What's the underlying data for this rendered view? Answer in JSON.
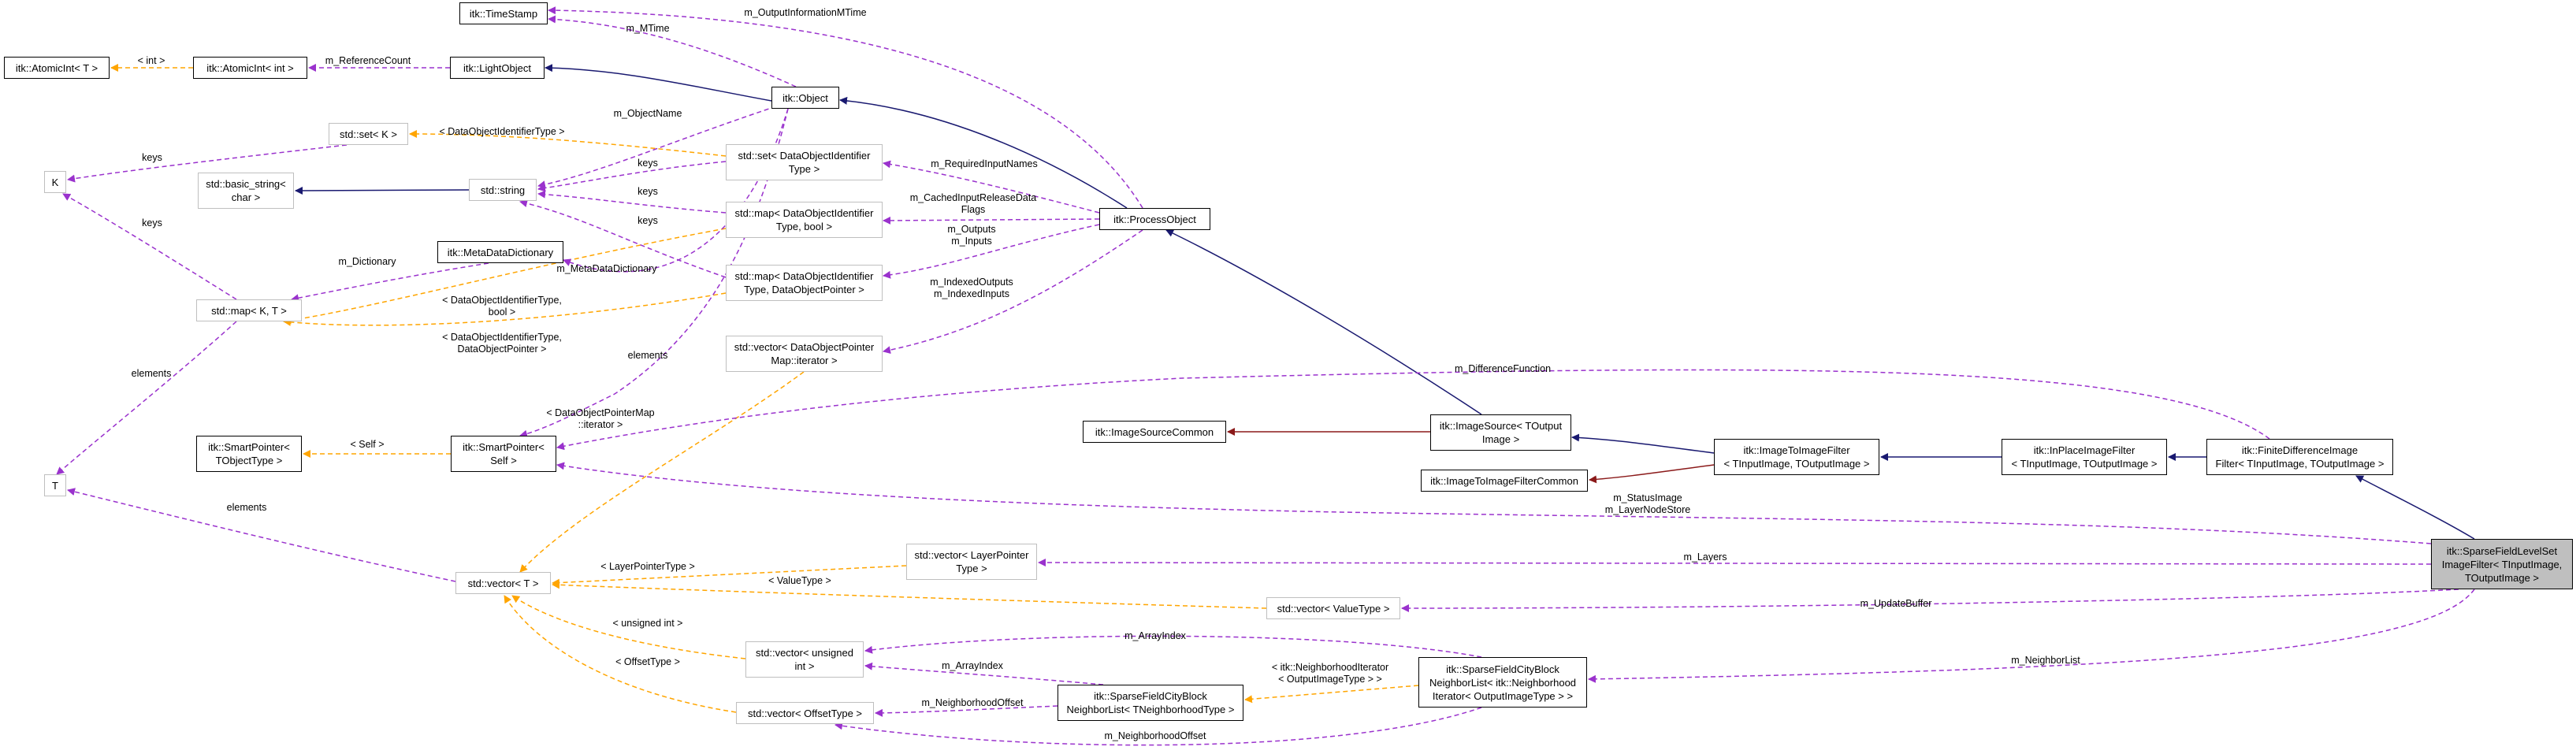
{
  "colors": {
    "inheritance": "#191970",
    "usage": "#9a32cd",
    "template": "#ffa500",
    "private_inheritance": "#8b1a1a"
  },
  "nodes": {
    "time_stamp": "itk::TimeStamp",
    "atomic_int_t": "itk::AtomicInt< T >",
    "atomic_int_int": "itk::AtomicInt< int >",
    "light_object": "itk::LightObject",
    "object": "itk::Object",
    "std_set_k": "std::set< K >",
    "k": "K",
    "std_basic_string": "std::basic_string<\nchar >",
    "std_string": "std::string",
    "std_set_doit": "std::set< DataObjectIdentifier\nType >",
    "std_map_doit_bool": "std::map< DataObjectIdentifier\nType, bool >",
    "process_object": "itk::ProcessObject",
    "meta_data_dictionary": "itk::MetaDataDictionary",
    "std_map_kt": "std::map< K, T >",
    "std_map_doit_dop": "std::map< DataObjectIdentifier\nType, DataObjectPointer >",
    "std_vector_dopm_iter": "std::vector< DataObjectPointer\nMap::iterator >",
    "smart_pointer_tobject": "itk::SmartPointer<\nTObjectType >",
    "smart_pointer_self": "itk::SmartPointer<\nSelf >",
    "image_source_common": "itk::ImageSourceCommon",
    "image_source": "itk::ImageSource< TOutput\nImage >",
    "image_to_image_filter_common": "itk::ImageToImageFilterCommon",
    "image_to_image_filter": "itk::ImageToImageFilter\n< TInputImage, TOutputImage >",
    "in_place_image_filter": "itk::InPlaceImageFilter\n< TInputImage, TOutputImage >",
    "finite_difference_image_filter": "itk::FiniteDifferenceImage\nFilter< TInputImage, TOutputImage >",
    "t": "T",
    "std_vector_t": "std::vector< T >",
    "std_vector_layer_pointer": "std::vector< LayerPointer\nType >",
    "std_vector_value_type": "std::vector< ValueType >",
    "std_vector_unsigned_int": "std::vector< unsigned\nint >",
    "std_vector_offset_type": "std::vector< OffsetType >",
    "sfcb_neighbor_list": "itk::SparseFieldCityBlock\nNeighborList< TNeighborhoodType >",
    "sfcb_neighbor_list_iter": "itk::SparseFieldCityBlock\nNeighborList< itk::Neighborhood\nIterator< OutputImageType > >",
    "sparse_field_level_set": "itk::SparseFieldLevelSet\nImageFilter< TInputImage,\nTOutputImage >"
  },
  "edge_labels": {
    "int": "< int >",
    "m_reference_count": "m_ReferenceCount",
    "m_mtime": "m_MTime",
    "m_output_information_mtime": "m_OutputInformationMTime",
    "m_object_name": "m_ObjectName",
    "doit": "< DataObjectIdentifierType >",
    "keys_set": "keys",
    "keys_map": "keys",
    "keys_string_1": "keys",
    "keys_string_2": "keys",
    "m_required_input_names": "m_RequiredInputNames",
    "m_cached_input_release_data_flags": "m_CachedInputReleaseData\nFlags",
    "m_outputs_inputs": "m_Outputs\nm_Inputs",
    "m_dictionary": "m_Dictionary",
    "m_meta_data_dictionary": "m_MetaDataDictionary",
    "doit_bool": "< DataObjectIdentifierType,\nbool >",
    "doit_dop": "< DataObjectIdentifierType,\nDataObjectPointer >",
    "m_indexed_outputs_inputs": "m_IndexedOutputs\nm_IndexedInputs",
    "elements_map": "elements",
    "elements_object": "elements",
    "m_difference_function": "m_DifferenceFunction",
    "dopm_iterator": "< DataObjectPointerMap\n::iterator >",
    "self": "< Self >",
    "elements_vector": "elements",
    "m_status_image_layer_node_store": "m_StatusImage\nm_LayerNodeStore",
    "m_layers": "m_Layers",
    "layer_pointer_type": "< LayerPointerType >",
    "value_type": "< ValueType >",
    "m_update_buffer": "m_UpdateBuffer",
    "unsigned_int": "< unsigned int >",
    "m_array_index_top": "m_ArrayIndex",
    "m_array_index_bottom": "m_ArrayIndex",
    "offset_type": "< OffsetType >",
    "m_neighborhood_offset_1": "m_NeighborhoodOffset",
    "m_neighborhood_offset_2": "m_NeighborhoodOffset",
    "neighborhood_iterator": "< itk::NeighborhoodIterator\n< OutputImageType > >",
    "m_neighbor_list": "m_NeighborList"
  }
}
